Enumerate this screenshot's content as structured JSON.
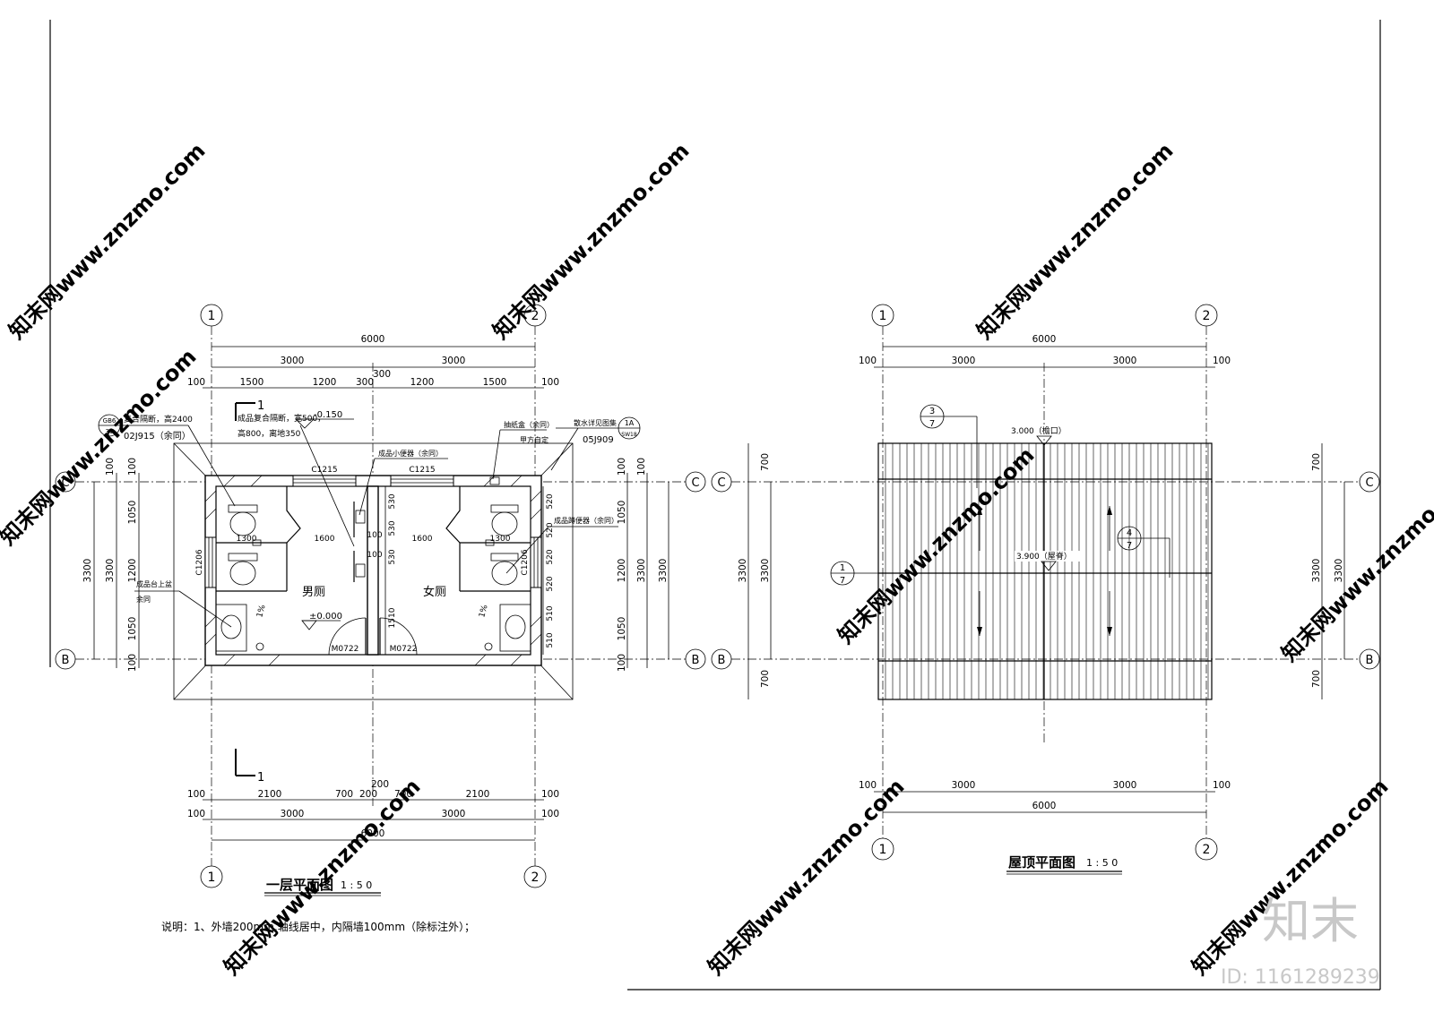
{
  "axes": {
    "a1": "1",
    "a2": "2",
    "ac": "C",
    "ab": "B"
  },
  "ground": {
    "title": "一层平面图",
    "scale": "1 : 5 0",
    "dims_total": "6000",
    "dims_half": "3000",
    "dims_100": "100",
    "dims_1500": "1500",
    "dims_1200": "1200",
    "dims_300": "300",
    "dims_2100": "2100",
    "dims_700": "700",
    "dims_200": "200",
    "dims_3300": "3300",
    "dims_1050": "1050",
    "dims_530": "530",
    "dims_520": "520",
    "dims_510": "510",
    "dims_1510": "1510",
    "dims_1300": "1300",
    "dims_1600": "1600",
    "window_c1215": "C1215",
    "window_c1206": "C1206",
    "door_m0722": "M0722",
    "room_men": "男厕",
    "room_women": "女厕",
    "elev_minus": "-0.150",
    "elev_zero": "±0.000",
    "slope": "1%",
    "section_no": "1",
    "ref_gb6": "GB6",
    "ref_39": "39",
    "ref_1a": "1A",
    "ref_sw18": "SW18",
    "note_partition": "复合隔断，高2400",
    "note_02j915": "02J915（余同）",
    "note_small_partition_1": "成品复合隔断，宽500，",
    "note_small_partition_2": "高800，离地350",
    "note_urinal": "成品小便器（余同）",
    "note_tissue": "抽纸盒（余同）",
    "note_drain_1": "散水详见图集",
    "note_drain_2": "甲方自定",
    "note_05j909": "05J909",
    "note_squat": "成品蹲便器（余同）",
    "note_basin_1": "成品台上盆",
    "note_basin_2": "余同"
  },
  "roof": {
    "title": "屋顶平面图",
    "scale": "1 : 5 0",
    "elev_eave": "3.000（檐口）",
    "elev_ridge": "3.900（屋脊）",
    "ref_3": "3",
    "ref_4": "4",
    "ref_1": "1",
    "ref_7": "7"
  },
  "note": "说明：1、外墙200mm,轴线居中，内隔墙100mm（除标注外）；",
  "watermark": "知末网www.znzmo.com",
  "logo": "知末",
  "id_label": "ID: 1161289239"
}
